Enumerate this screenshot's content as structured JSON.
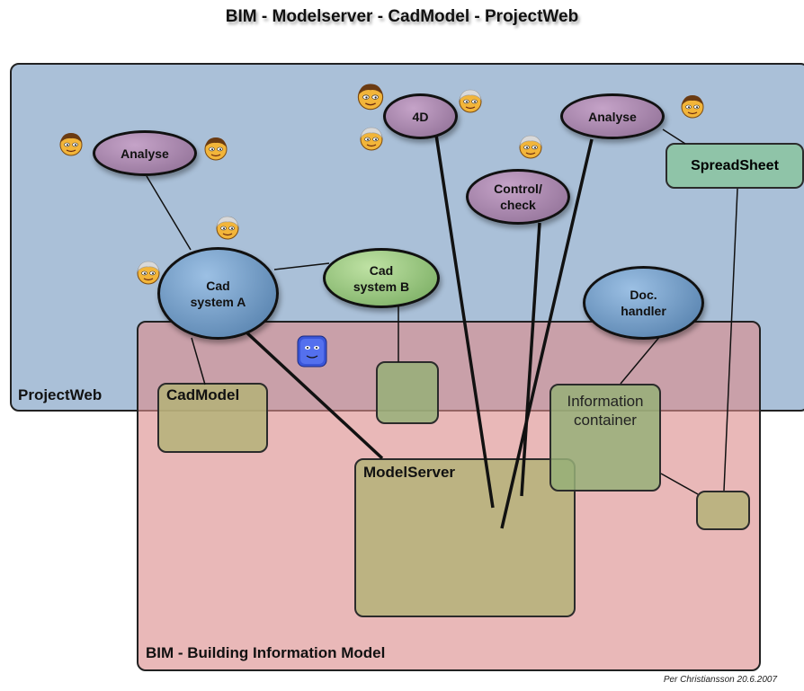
{
  "title": "BIM - Modelserver - CadModel - ProjectWeb",
  "regions": {
    "projectweb": "ProjectWeb",
    "bim": "BIM - Building Information Model"
  },
  "ovals": {
    "analyse_left": "Analyse",
    "four_d": "4D",
    "analyse_right": "Analyse",
    "control_check_1": "Control/",
    "control_check_2": "check",
    "cad_a_1": "Cad",
    "cad_a_2": "system  A",
    "cad_b_1": "Cad",
    "cad_b_2": "system B",
    "doc_1": "Doc.",
    "doc_2": "handler"
  },
  "boxes": {
    "spreadsheet": "SpreadSheet",
    "cadmodel": "CadModel",
    "modelserver": "ModelServer",
    "info_1": "Information",
    "info_2": "container"
  },
  "credit": "Per Christiansson 20.6.2007",
  "icons": [
    "person-face-icon",
    "robot-face-icon"
  ]
}
